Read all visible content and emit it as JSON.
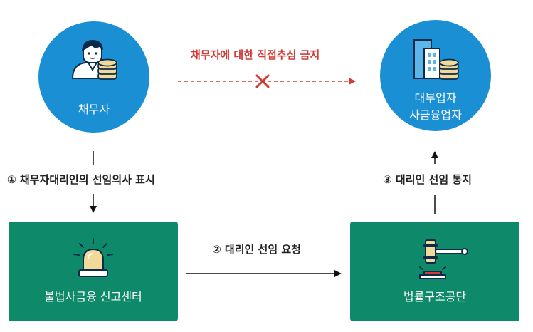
{
  "nodes": {
    "debtor": {
      "label": "채무자"
    },
    "lender": {
      "label_line1": "대부업자",
      "label_line2": "사금융업자"
    },
    "report_center": {
      "label": "불법사금융 신고센터"
    },
    "legal_aid": {
      "label": "법률구조공단"
    }
  },
  "edges": {
    "prohibition": {
      "label": "채무자에 대한 직접추심 금지"
    },
    "step1": {
      "label": "① 채무자대리인의 선임의사 표시"
    },
    "step2": {
      "label": "② 대리인 선임 요청"
    },
    "step3": {
      "label": "③ 대리인 선임 통지"
    }
  },
  "colors": {
    "circle": "#1a8fd3",
    "box": "#0e8a6a",
    "prohibition": "#d23a36",
    "gold": "#f3d999"
  },
  "icons": {
    "debtor": "person-with-coins-icon",
    "lender": "buildings-with-coins-icon",
    "report_center": "siren-light-icon",
    "legal_aid": "gavel-icon",
    "prohibited": "x-mark-icon"
  }
}
